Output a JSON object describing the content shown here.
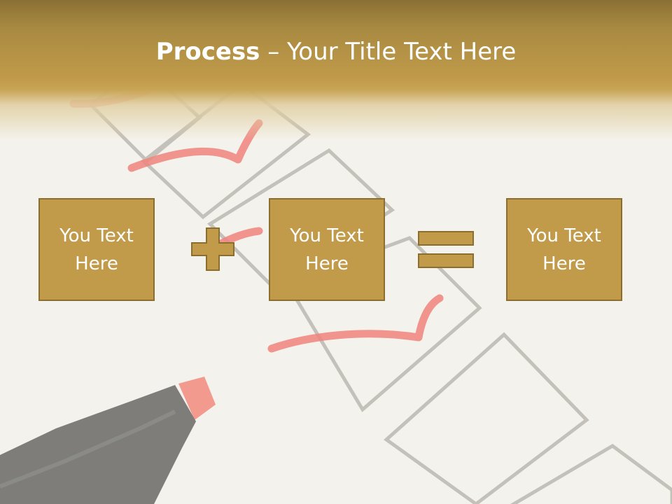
{
  "slide": {
    "title_bold": "Process",
    "title_rest": " – Your Title Text Here"
  },
  "boxes": [
    {
      "text": "You Text Here"
    },
    {
      "text": "You Text Here"
    },
    {
      "text": "You Text Here"
    }
  ],
  "operators": [
    "plus-icon",
    "equals-icon"
  ],
  "colors": {
    "accent": "#c19a4a",
    "accent_border": "#8c6f2e",
    "title_band": "#a88a41",
    "check_mark": "#f0847e",
    "marker_tip": "#f39a8e"
  }
}
